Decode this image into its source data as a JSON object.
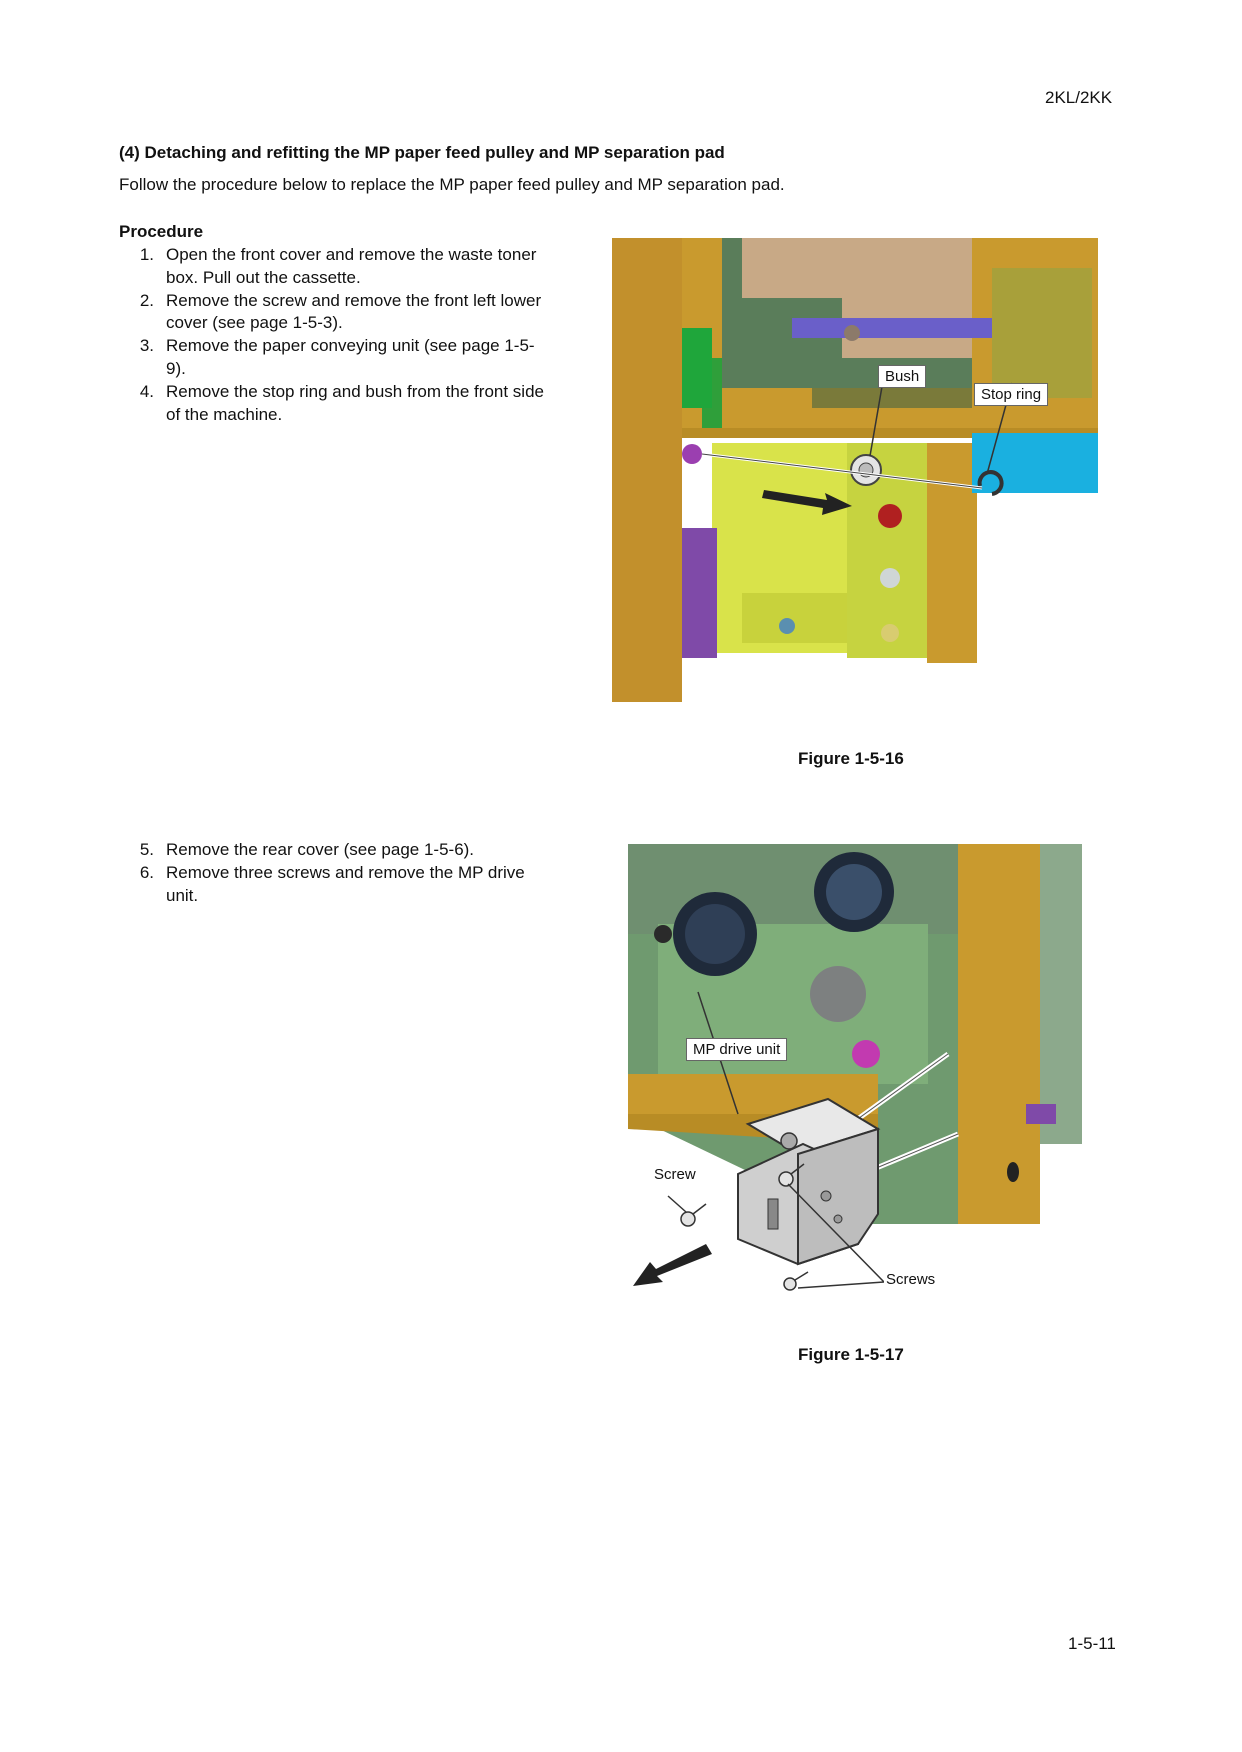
{
  "header": {
    "doc_id": "2KL/2KK"
  },
  "section": {
    "title": "(4) Detaching and refitting the MP paper feed pulley and MP separation pad",
    "intro": "Follow the procedure below to replace the MP paper feed pulley and MP separation pad."
  },
  "procedure": {
    "label": "Procedure",
    "steps_part1": [
      {
        "num": "1.",
        "text": "Open the front cover and remove the waste toner box. Pull out the cassette."
      },
      {
        "num": "2.",
        "text": "Remove the screw and remove the front left lower cover (see page 1-5-3)."
      },
      {
        "num": "3.",
        "text": "Remove the paper conveying unit (see page 1-5-9)."
      },
      {
        "num": "4.",
        "text": "Remove the stop ring and bush from the front side of the machine."
      }
    ],
    "steps_part2": [
      {
        "num": "5.",
        "text": "Remove the rear cover (see page 1-5-6)."
      },
      {
        "num": "6.",
        "text": "Remove three screws and remove the MP drive unit."
      }
    ]
  },
  "figure1": {
    "caption": "Figure 1-5-16",
    "callouts": {
      "bush": "Bush",
      "stop_ring": "Stop ring"
    }
  },
  "figure2": {
    "caption": "Figure 1-5-17",
    "callouts": {
      "mp_drive_unit": "MP drive unit",
      "screw": "Screw",
      "screws": "Screws"
    }
  },
  "footer": {
    "page_number": "1-5-11"
  }
}
